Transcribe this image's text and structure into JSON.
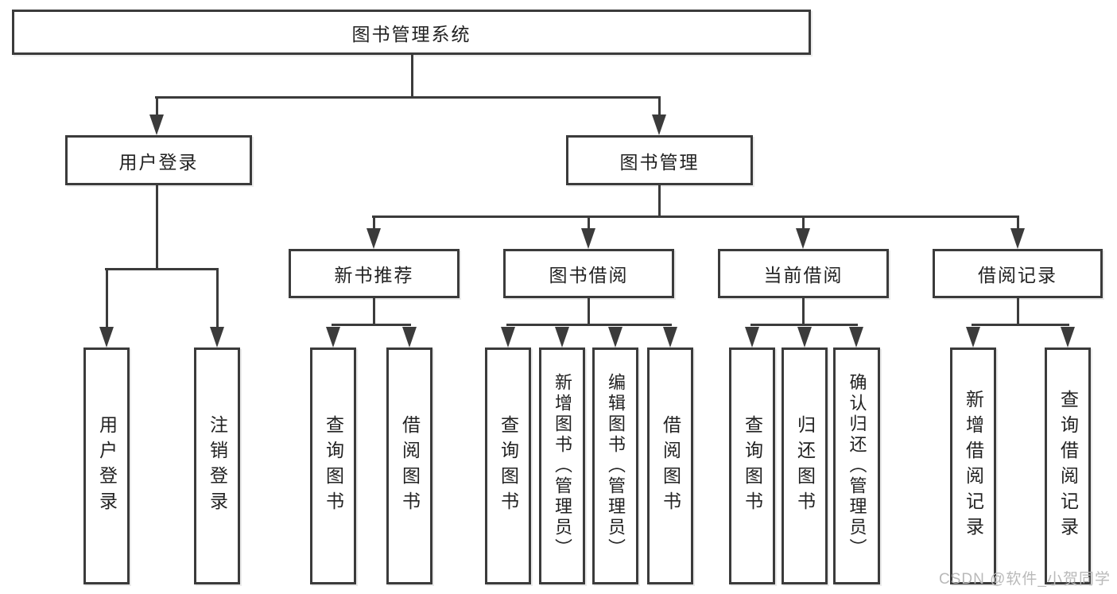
{
  "colors": {
    "background": "#ffffff",
    "line": "#3b3b3b",
    "box_border": "#3b3b3b",
    "text": "#222222",
    "watermark_text": "#b9b9b9"
  },
  "tree": {
    "root": {
      "label": "图书管理系统"
    },
    "branches": [
      {
        "label": "用户登录",
        "children": [
          {
            "label": "用户登录"
          },
          {
            "label": "注销登录"
          }
        ]
      },
      {
        "label": "图书管理",
        "children": [
          {
            "label": "新书推荐",
            "children": [
              {
                "label": "查询图书"
              },
              {
                "label": "借阅图书"
              }
            ]
          },
          {
            "label": "图书借阅",
            "children": [
              {
                "label": "查询图书"
              },
              {
                "label": "新增图书（管理员）"
              },
              {
                "label": "编辑图书（管理员）"
              },
              {
                "label": "借阅图书"
              }
            ]
          },
          {
            "label": "当前借阅",
            "children": [
              {
                "label": "查询图书"
              },
              {
                "label": "归还图书"
              },
              {
                "label": "确认归还（管理员）"
              }
            ]
          },
          {
            "label": "借阅记录",
            "children": [
              {
                "label": "新增借阅记录"
              },
              {
                "label": "查询借阅记录"
              }
            ]
          }
        ]
      }
    ]
  },
  "watermark": {
    "text": "CSDN @软件_小贺同学"
  }
}
